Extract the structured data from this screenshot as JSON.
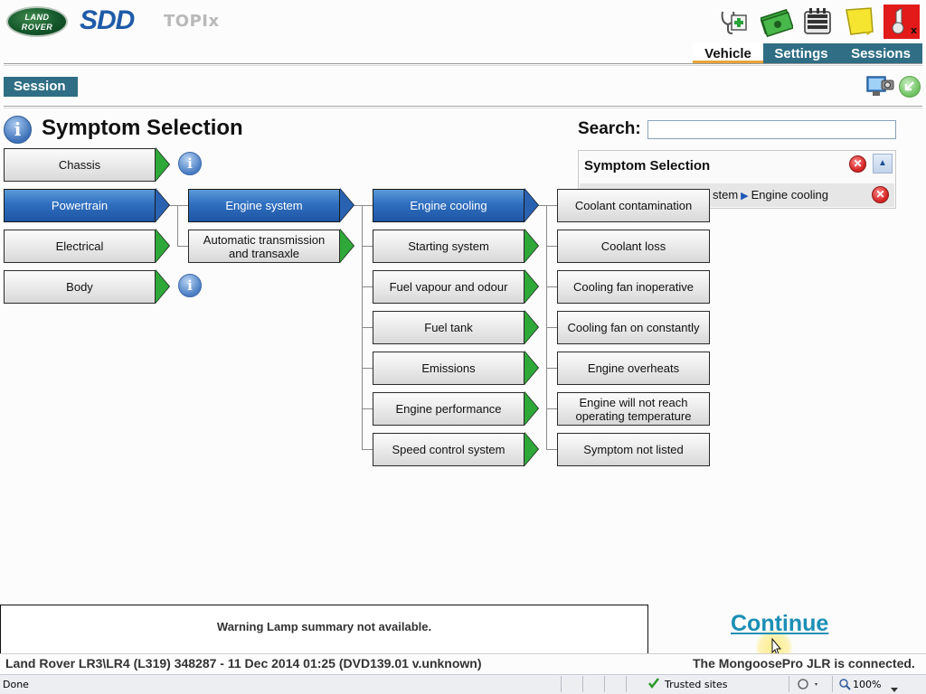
{
  "header": {
    "logo_text_line1": "LAND",
    "logo_text_line2": "ROVER",
    "app_name": "SDD",
    "product": "TOPIx",
    "toolbar_icons": [
      "stethoscope-icon",
      "money-icon",
      "keypad-icon",
      "note-icon",
      "exit-icon"
    ],
    "tabs": [
      {
        "label": "Vehicle",
        "active": true
      },
      {
        "label": "Settings",
        "active": false
      },
      {
        "label": "Sessions",
        "active": false
      }
    ]
  },
  "session": {
    "label": "Session"
  },
  "main": {
    "title": "Symptom Selection",
    "search": {
      "label": "Search:",
      "value": "",
      "placeholder": ""
    },
    "selection_panel": {
      "title": "Symptom Selection",
      "path_partial": "stem",
      "path_last": "Engine cooling"
    },
    "categories": [
      {
        "label": "Chassis",
        "selected": false,
        "has_info": true
      },
      {
        "label": "Powertrain",
        "selected": true,
        "has_info": false
      },
      {
        "label": "Electrical",
        "selected": false,
        "has_info": false
      },
      {
        "label": "Body",
        "selected": false,
        "has_info": true
      }
    ],
    "systems": [
      {
        "label": "Engine system",
        "selected": true
      },
      {
        "label": "Automatic transmission and transaxle",
        "selected": false
      }
    ],
    "subsystems": [
      {
        "label": "Engine cooling",
        "selected": true
      },
      {
        "label": "Starting system",
        "selected": false
      },
      {
        "label": "Fuel vapour and odour",
        "selected": false
      },
      {
        "label": "Fuel tank",
        "selected": false
      },
      {
        "label": "Emissions",
        "selected": false
      },
      {
        "label": "Engine performance",
        "selected": false
      },
      {
        "label": "Speed control system",
        "selected": false
      }
    ],
    "symptoms": [
      {
        "label": "Coolant contamination"
      },
      {
        "label": "Coolant loss"
      },
      {
        "label": "Cooling fan inoperative"
      },
      {
        "label": "Cooling fan on constantly"
      },
      {
        "label": "Engine overheats"
      },
      {
        "label": "Engine will not reach operating temperature"
      },
      {
        "label": "Symptom not listed"
      }
    ]
  },
  "footer": {
    "warning_lamp": "Warning Lamp summary not available.",
    "continue_label": "Continue",
    "vehicle_info": "Land Rover LR3\\LR4 (L319) 348287 - 11 Dec 2014 01:25 (DVD139.01 v.unknown)",
    "connection_status": "The MongoosePro JLR is connected."
  },
  "browser_status": {
    "state": "Done",
    "zone": "Trusted sites",
    "zoom": "100%"
  }
}
